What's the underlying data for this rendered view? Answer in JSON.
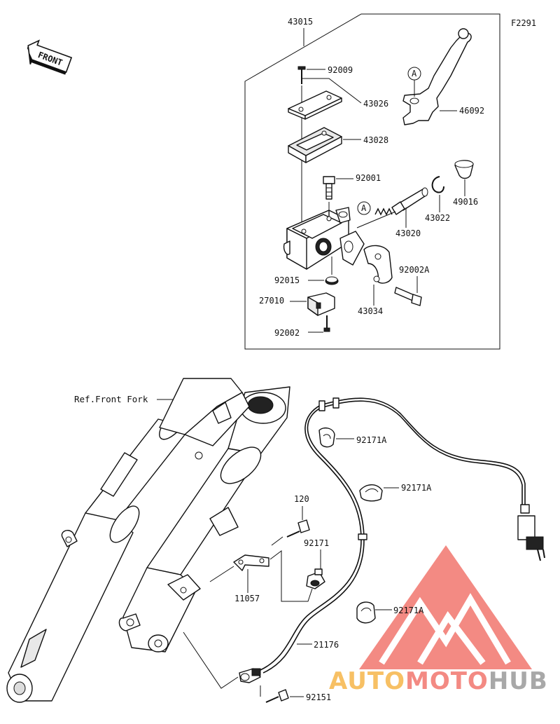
{
  "figure_code": "F2291",
  "front_label": "FRONT",
  "ref_label": "Ref.Front Fork",
  "marker_letter": "A",
  "parts": {
    "p43015": "43015",
    "p92009": "92009",
    "p43026": "43026",
    "p43028": "43028",
    "p92001": "92001",
    "p46092": "46092",
    "p49016": "49016",
    "p43022": "43022",
    "p43020": "43020",
    "p92002A": "92002A",
    "p92015": "92015",
    "p27010": "27010",
    "p43034": "43034",
    "p92002": "92002",
    "p92171A_1": "92171A",
    "p92171A_2": "92171A",
    "p92171A_3": "92171A",
    "p120": "120",
    "p92171": "92171",
    "p11057": "11057",
    "p21176": "21176",
    "p92151": "92151"
  },
  "watermark": {
    "brand_part1": "AUTO",
    "brand_part2": "MOTO",
    "brand_part3": "HUB",
    "color_orange": "#f6b64a",
    "color_red": "#f2766e",
    "color_grey": "#9a9a9a"
  }
}
